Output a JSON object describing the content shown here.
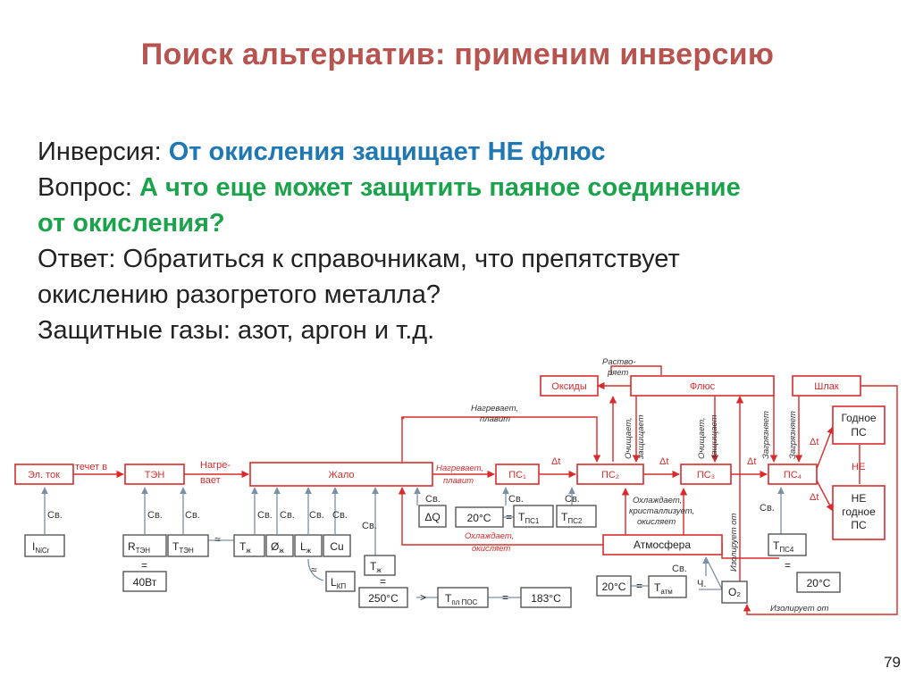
{
  "title": "Поиск альтернатив: применим инверсию",
  "lines": {
    "l1_label": "Инверсия: ",
    "l1_answer": "От окисления защищает НЕ флюс",
    "l2_label": "Вопрос: ",
    "l2_answer_a": "А что еще может защитить паяное соединение",
    "l2_answer_b": "от окисления?",
    "l3": "Ответ: Обратиться к справочникам, что препятствует",
    "l4": "окислению разогретого металла?",
    "l5": "Защитные газы: азот, аргон и т.д."
  },
  "page_number": "79",
  "diagram": {
    "boxes": {
      "el_tok": "Эл. ток",
      "ten": "ТЭН",
      "zhalo": "Жало",
      "ps1": "ПС₁",
      "ps2": "ПС₂",
      "ps3": "ПС₃",
      "ps4": "ПС₄",
      "oksidy": "Оксиды",
      "flyus": "Флюс",
      "shlak": "Шлак",
      "godnoe_1": "Годное",
      "godnoe_2": "ПС",
      "negodnoe_1": "НЕ",
      "negodnoe_2": "годное",
      "negodnoe_3": "ПС",
      "atmosfera": "Атмосфера",
      "o2": "O₂"
    },
    "param_boxes": {
      "inicr": "I",
      "inicr_sub": "NiCr",
      "rten": "R",
      "rten_sub": "ТЭН",
      "tten": "T",
      "tten_sub": "ТЭН",
      "p40": "40Вт",
      "tzh": "T",
      "tzh_sub": "ж",
      "dzh": "Ø",
      "dzh_sub": "ж",
      "lzh": "L",
      "lzh_sub": "ж",
      "cu": "Cu",
      "lkp": "L",
      "lkp_sub": "КП",
      "tzh2": "T",
      "tzh2_sub": "ж",
      "t250": "250°C",
      "tplpos": "T",
      "tplpos_sub": "пл ПОС",
      "t183": "183°C",
      "dq": "ΔQ",
      "t20a": "20°C",
      "tps1": "T",
      "tps1_sub": "ПС1",
      "tps2": "T",
      "tps2_sub": "ПС2",
      "t20b": "20°C",
      "tatm": "T",
      "tatm_sub": "атм",
      "tps4": "T",
      "tps4_sub": "ПС4",
      "t20c": "20°C"
    },
    "labels": {
      "techet_v": "течет в",
      "nagre": "Нагре-",
      "vaet": "вает",
      "nagrevaet_plavit_1": "Нагревает,",
      "nagrevaet_plavit_2": "плавит",
      "nagrevaet2_1": "Нагревает,",
      "nagrevaet2_2": "плавит",
      "ohlazhdaet_1": "Охлаждает,",
      "ohlazhdaet_2": "окисляет",
      "ohl_kris_1": "Охлаждает,",
      "ohl_kris_2": "кристаллизует,",
      "ohl_kris_3": "окисляет",
      "rastvo_1": "Раство-",
      "rastvo_2": "ряет",
      "ochish_1": "Очищает,",
      "ochish_2": "защищает",
      "ochish2_1": "Очищает,",
      "ochish2_2": "защищает",
      "zagr_1": "Загрязняет",
      "zagr_2": "Загрязняет",
      "izoliruet_ot_v": "Изолирует от",
      "izoliruet_ot_h": "Изолирует от",
      "ne": "НЕ",
      "dt1": "Δt",
      "dt2": "Δt",
      "dt3": "Δt",
      "dt4": "Δt",
      "dt5": "Δt",
      "sv": "Св.",
      "ch": "Ч.",
      "eq": "=",
      "approx": "≈",
      "gt": ">"
    }
  }
}
